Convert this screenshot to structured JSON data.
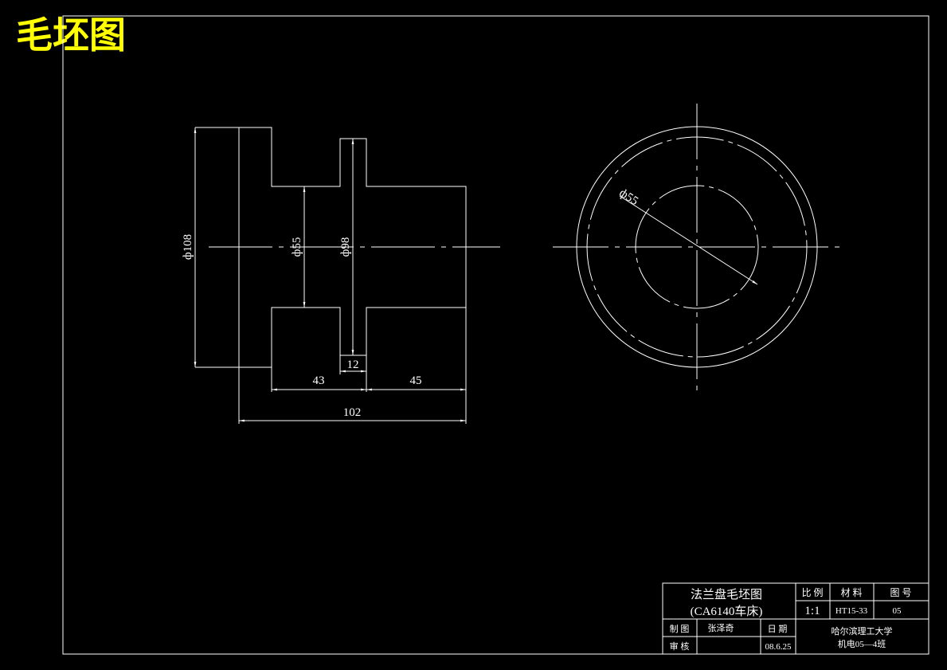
{
  "header_title": "毛坯图",
  "dimensions": {
    "dia_108": "ф108",
    "dia_55": "ф55",
    "dia_98": "ф98",
    "len_12": "12",
    "len_43": "43",
    "len_45": "45",
    "len_102": "102",
    "side_dia_55": "ф55"
  },
  "title_block": {
    "part_name": "法兰盘毛坯图",
    "machine": "(CA6140车床)",
    "scale_label": "比 例",
    "scale_value": "1:1",
    "material_label": "材 料",
    "material_value": "HT15-33",
    "drawing_no_label": "图 号",
    "drawing_no_value": "05",
    "drawn_label": "制 图",
    "drawn_by": "张泽奇",
    "date_label": "日 期",
    "date_value": "08.6.25",
    "review_label": "审 核",
    "school": "哈尔滨理工大学",
    "class": "机电05—4班"
  },
  "colors": {
    "background": "#000000",
    "lines": "#ffffff",
    "header": "#ffff00"
  }
}
